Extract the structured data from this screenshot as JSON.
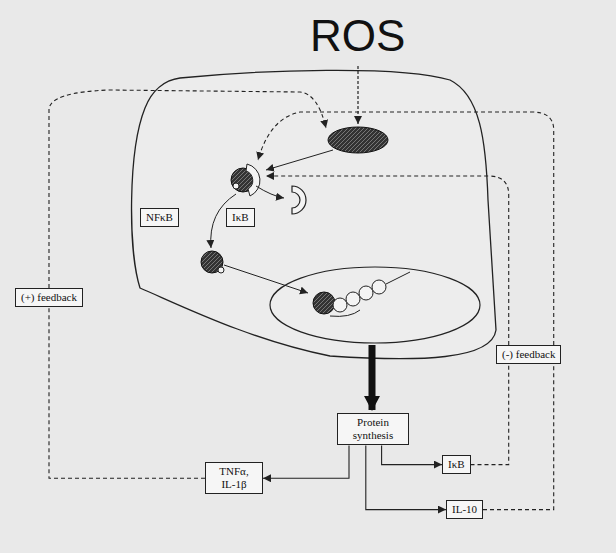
{
  "diagram": {
    "nodes": [
      {
        "text": [
          "NFκB"
        ]
      },
      {
        "text": [
          "IκB"
        ]
      },
      {
        "text": [
          "(+) feedback"
        ]
      },
      {
        "text": [
          "(-) feedback"
        ]
      },
      {
        "text": [
          "Protein synthesis"
        ]
      },
      {
        "text": [
          "IκB"
        ]
      },
      {
        "text": [
          "TNFα, IL-1β"
        ]
      },
      {
        "text": [
          "IL-10"
        ]
      }
    ],
    "edges": [
      {
        "from": 4,
        "to": 6,
        "arrow": "to"
      },
      {
        "from": 4,
        "to": 5,
        "arrow": "to"
      },
      {
        "from": 4,
        "to": 7,
        "arrow": "to"
      },
      {
        "from": 6,
        "to": 2,
        "arrow": "none"
      },
      {
        "from": 5,
        "to": 3,
        "arrow": "none"
      },
      {
        "from": 7,
        "to": 3,
        "arrow": "none"
      }
    ],
    "labels": [
      "ROS"
    ]
  }
}
